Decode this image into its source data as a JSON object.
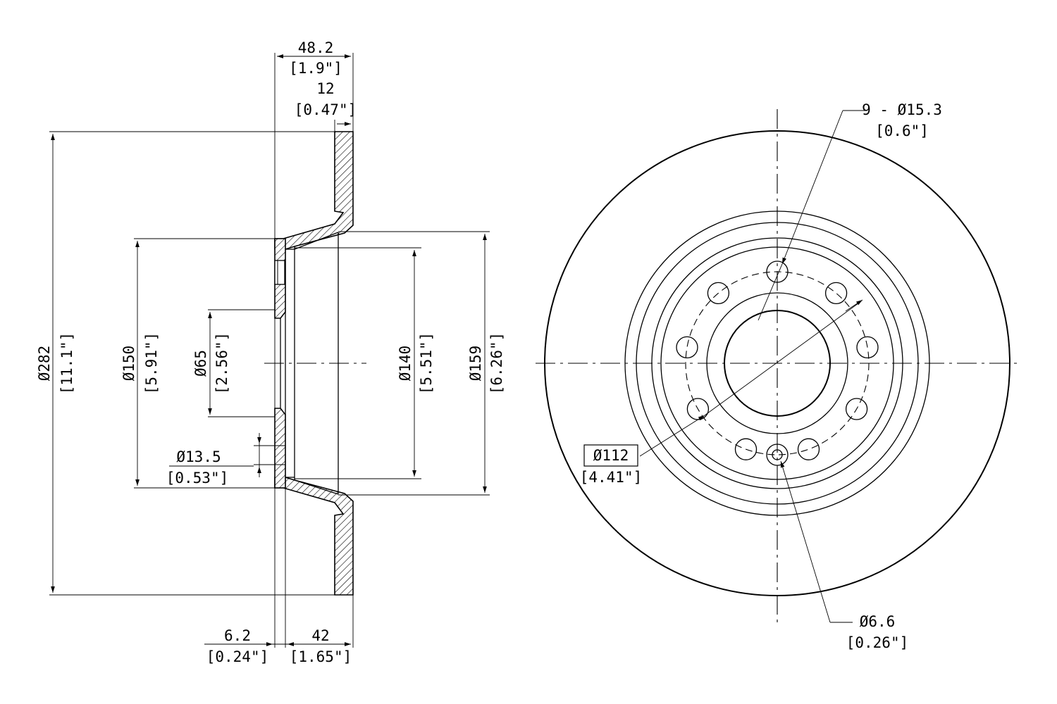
{
  "side_view": {
    "overall_width": {
      "mm": "48.2",
      "in": "[1.9\"]"
    },
    "friction_thickness": {
      "mm": "12",
      "in": "[0.47\"]"
    },
    "outer_diameter": {
      "mm": "Ø282",
      "in": "[11.1\"]"
    },
    "hat_diameter": {
      "mm": "Ø150",
      "in": "[5.91\"]"
    },
    "center_bore": {
      "mm": "Ø65",
      "in": "[2.56\"]"
    },
    "inner_hat_diameter": {
      "mm": "Ø140",
      "in": "[5.51\"]"
    },
    "hat_outer_diameter": {
      "mm": "Ø159",
      "in": "[6.26\"]"
    },
    "small_hole": {
      "mm": "Ø13.5",
      "in": "[0.53\"]"
    },
    "hub_face_thickness": {
      "mm": "6.2",
      "in": "[0.24\"]"
    },
    "hat_height": {
      "mm": "42",
      "in": "[1.65\"]"
    }
  },
  "front_view": {
    "bolt_holes": {
      "mm": "9 - Ø15.3",
      "in": "[0.6\"]"
    },
    "bolt_circle": {
      "mm": "Ø112",
      "in": "[4.41\"]"
    },
    "locating_hole": {
      "mm": "Ø6.6",
      "in": "[0.26\"]"
    }
  }
}
